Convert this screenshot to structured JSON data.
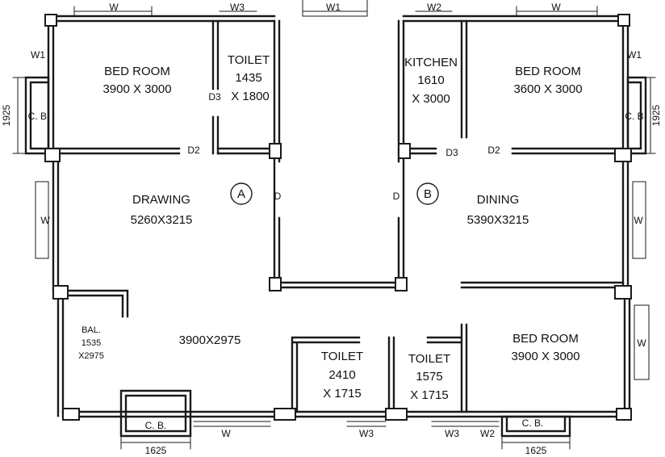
{
  "colors": {
    "line": "#1a1a1a",
    "background": "#ffffff",
    "wall_fill": "#ffffff"
  },
  "rooms": {
    "bedroom_nw": {
      "name": "BED ROOM",
      "size": "3900 X 3000"
    },
    "toilet_n": {
      "name": "TOILET",
      "dim1": "1435",
      "dim2": "X 1800",
      "door": "D3"
    },
    "kitchen": {
      "name": "KITCHEN",
      "dim1": "1610",
      "dim2": "X 3000"
    },
    "bedroom_ne": {
      "name": "BED ROOM",
      "size": "3600 X 3000"
    },
    "drawing": {
      "name": "DRAWING",
      "size": "5260X3215",
      "marker": "A"
    },
    "dining": {
      "name": "DINING",
      "size": "5390X3215",
      "marker": "B"
    },
    "balcony": {
      "name": "BAL.",
      "dim1": "1535",
      "dim2": "X2975"
    },
    "open_area": {
      "size": "3900X2975"
    },
    "toilet_s1": {
      "name": "TOILET",
      "dim1": "2410",
      "dim2": "X 1715"
    },
    "toilet_s2": {
      "name": "TOILET",
      "dim1": "1575",
      "dim2": "X 1715"
    },
    "bedroom_se": {
      "name": "BED ROOM",
      "size": "3900 X 3000"
    }
  },
  "labels": {
    "doors": {
      "d2_left": "D2",
      "d2_right": "D2",
      "d3_right": "D3",
      "d_left": "D",
      "d_right": "D"
    },
    "windows": {
      "top_w_left": "W",
      "top_w3": "W3",
      "top_w1": "W1",
      "top_w2": "W2",
      "top_w_right": "W",
      "w1_left": "W1",
      "w1_right": "W1",
      "w_left_side": "W",
      "w_right_side": "W",
      "w_right_lower": "W",
      "bottom_w": "W",
      "bottom_w3_left": "W3",
      "bottom_w3_right": "W3",
      "bottom_w2": "W2"
    },
    "cupboards": {
      "cb_left": "C. B.",
      "cb_right": "C. B",
      "cb_bottom_left": "C. B.",
      "cb_bottom_right": "C. B."
    },
    "dimensions": {
      "left_1925": "1925",
      "right_1925": "1925",
      "bottom_left_1625": "1625",
      "bottom_right_1625": "1625"
    }
  }
}
